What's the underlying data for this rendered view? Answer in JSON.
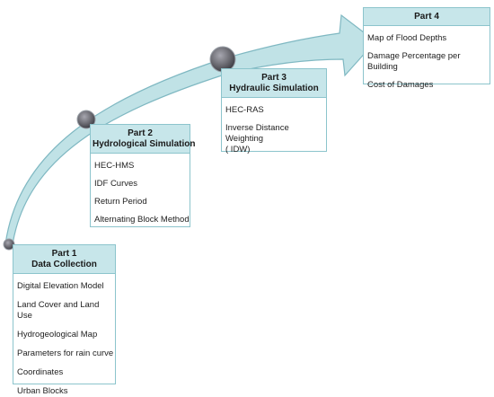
{
  "colors": {
    "arrow_fill": "#c0e2e6",
    "arrow_stroke": "#7fb8c2",
    "header_fill": "#c7e6ea",
    "box_border": "#8cc4cc",
    "node_fill": "#6b6b72"
  },
  "parts": [
    {
      "title": "Part 1",
      "subtitle": "Data Collection",
      "items": [
        "Digital Elevation Model",
        "Land Cover and Land Use",
        "Hydrogeological Map",
        "Parameters for rain curve",
        "Coordinates",
        "Urban Blocks"
      ]
    },
    {
      "title": "Part 2",
      "subtitle": "Hydrological Simulation",
      "items": [
        "HEC-HMS",
        "IDF Curves",
        "Return Period",
        "Alternating Block Method"
      ]
    },
    {
      "title": "Part 3",
      "subtitle": "Hydraulic Simulation",
      "items": [
        "HEC-RAS",
        "Inverse Distance Weighting",
        "( IDW)"
      ]
    },
    {
      "title": "Part 4",
      "subtitle": "",
      "items": [
        "Map of Flood Depths",
        "Damage Percentage per Building",
        "Cost of Damages"
      ]
    }
  ]
}
